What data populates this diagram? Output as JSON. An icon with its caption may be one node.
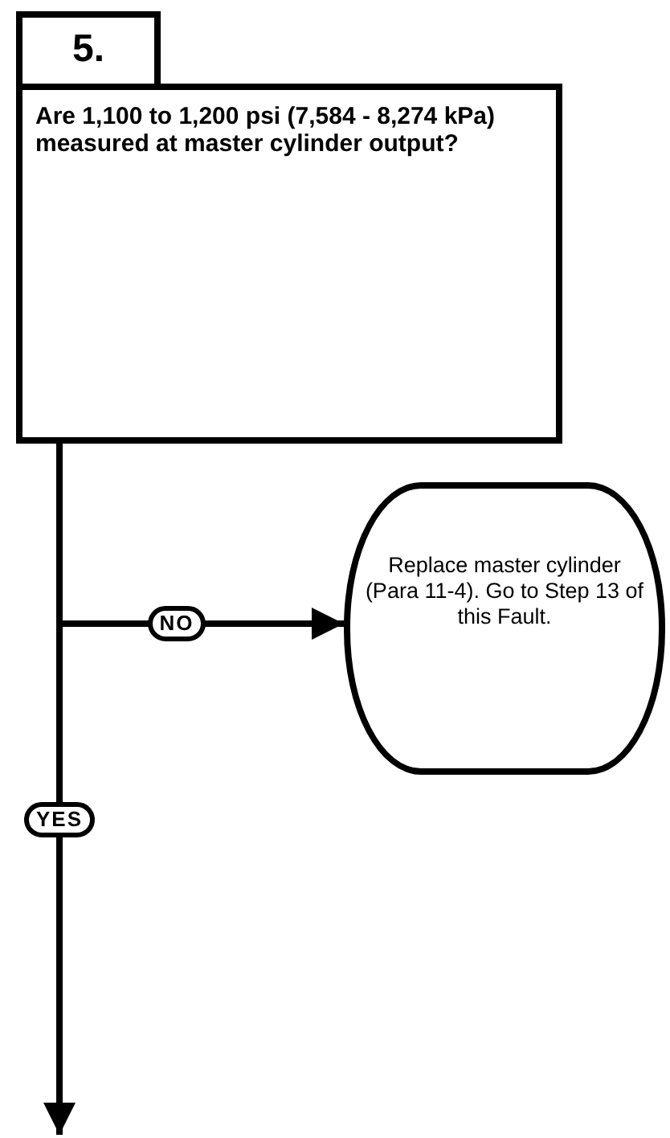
{
  "diagram": {
    "nodes": [
      {
        "text": [
          "5."
        ]
      },
      {
        "text": [
          "Are 1,100 to 1,200 psi (7,584 - 8,274 kPa) measured at master cylinder output?"
        ]
      },
      {
        "text": [
          "Replace master cylinder (Para 11-4). Go to Step 13 of this Fault."
        ]
      }
    ],
    "edges": [
      {
        "from": 1,
        "to": 2,
        "arrow": "to",
        "label": "NO"
      },
      {
        "from": 1,
        "to": null,
        "arrow": "to",
        "label": "YES"
      }
    ]
  }
}
